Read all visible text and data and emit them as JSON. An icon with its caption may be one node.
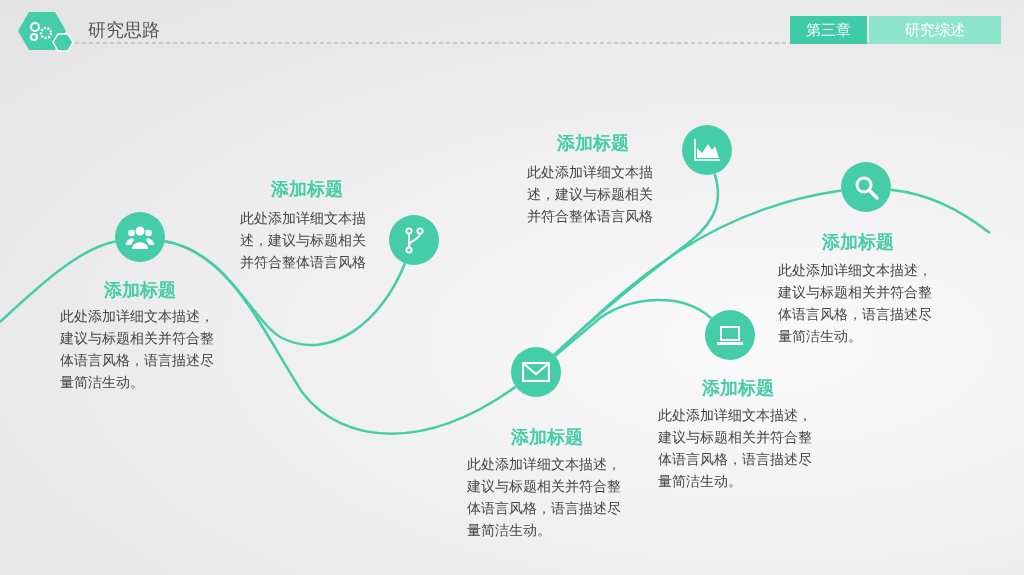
{
  "diagram": {
    "title": "研究思路",
    "nodes": [
      {
        "text": [
          "第三章"
        ]
      },
      {
        "text": [
          "研究综述"
        ]
      },
      {
        "text": [],
        "shape": "circle",
        "beside": [
          "添加标题",
          "此处添加详细文本描述，建议与标题相关并符合整体语言风格，语言描述尽量简洁生动。"
        ]
      },
      {
        "text": [],
        "shape": "circle",
        "beside": [
          "添加标题",
          "此处添加详细文本描述，建议与标题相关并符合整体语言风格"
        ]
      },
      {
        "text": [],
        "shape": "circle",
        "beside": [
          "添加标题",
          "此处添加详细文本描述，建议与标题相关并符合整体语言风格，语言描述尽量简洁生动。"
        ]
      },
      {
        "text": [],
        "shape": "circle",
        "beside": [
          "添加标题",
          "此处添加详细文本描述，建议与标题相关并符合整体语言风格"
        ]
      },
      {
        "text": [],
        "shape": "circle",
        "beside": [
          "添加标题",
          "此处添加详细文本描述，建议与标题相关并符合整体语言风格，语言描述尽量简洁生动。"
        ]
      },
      {
        "text": [],
        "shape": "circle",
        "beside": [
          "添加标题",
          "此处添加详细文本描述，建议与标题相关并符合整体语言风格，语言描述尽量简洁生动。"
        ]
      }
    ],
    "edges": [
      {
        "from": null,
        "to": 2,
        "arrow": "none"
      },
      {
        "from": 2,
        "to": 3,
        "arrow": "none"
      },
      {
        "from": 2,
        "to": 4,
        "arrow": "none"
      },
      {
        "from": 4,
        "to": 5,
        "arrow": "none"
      },
      {
        "from": 4,
        "to": 6,
        "arrow": "none"
      },
      {
        "from": 4,
        "to": 7,
        "arrow": "none"
      },
      {
        "from": 7,
        "to": null,
        "arrow": "none"
      }
    ]
  }
}
